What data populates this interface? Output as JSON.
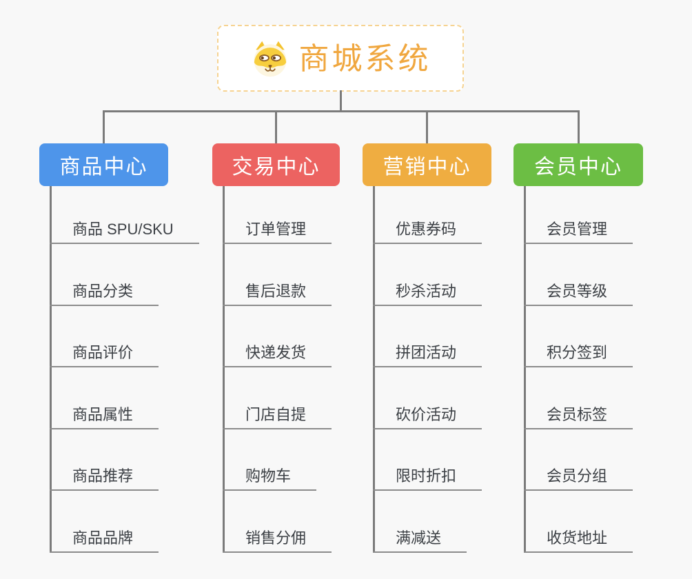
{
  "root": {
    "title": "商城系统",
    "icon": "dog-face-icon",
    "title_color": "#f0a73f",
    "border_color": "#f6d391",
    "background": "#ffffff"
  },
  "canvas": {
    "background_color": "#f8f8f8",
    "connector_color": "#7b7b7b",
    "underline_color": "#8b8b8b",
    "child_text_color": "#3c4045"
  },
  "branches": [
    {
      "label": "商品中心",
      "color": "#4e95ea",
      "children": [
        "商品 SPU/SKU",
        "商品分类",
        "商品评价",
        "商品属性",
        "商品推荐",
        "商品品牌"
      ]
    },
    {
      "label": "交易中心",
      "color": "#ec6361",
      "children": [
        "订单管理",
        "售后退款",
        "快递发货",
        "门店自提",
        "购物车",
        "销售分佣"
      ]
    },
    {
      "label": "营销中心",
      "color": "#efad41",
      "children": [
        "优惠券码",
        "秒杀活动",
        "拼团活动",
        "砍价活动",
        "限时折扣",
        "满减送"
      ]
    },
    {
      "label": "会员中心",
      "color": "#6cbe44",
      "children": [
        "会员管理",
        "会员等级",
        "积分签到",
        "会员标签",
        "会员分组",
        "收货地址"
      ]
    }
  ]
}
